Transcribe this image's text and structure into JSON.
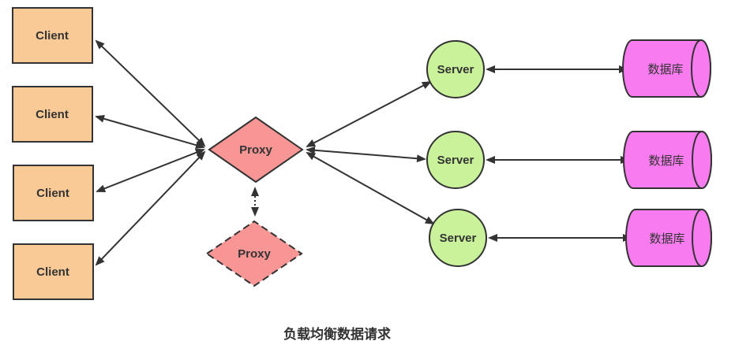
{
  "diagram": {
    "title": "负载均衡数据请求",
    "clients": [
      {
        "label": "Client"
      },
      {
        "label": "Client"
      },
      {
        "label": "Client"
      },
      {
        "label": "Client"
      }
    ],
    "proxies": {
      "main": {
        "label": "Proxy"
      },
      "backup": {
        "label": "Proxy"
      }
    },
    "servers": [
      {
        "label": "Server"
      },
      {
        "label": "Server"
      },
      {
        "label": "Server"
      }
    ],
    "databases": [
      {
        "label": "数据库"
      },
      {
        "label": "数据库"
      },
      {
        "label": "数据库"
      }
    ],
    "colors": {
      "client_fill": "#F9C996",
      "proxy_fill": "#F89595",
      "server_fill": "#C9F29B",
      "database_fill": "#F87CEF",
      "stroke": "#333333",
      "edge": "#333333",
      "text": "#333333"
    }
  }
}
